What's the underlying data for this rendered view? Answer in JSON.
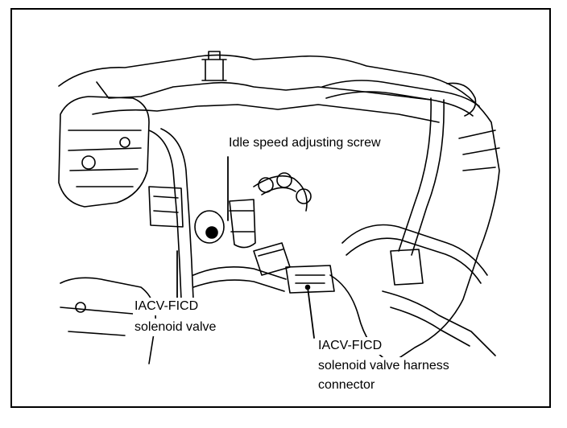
{
  "labels": {
    "idle_speed_screw": "Idle speed adjusting screw",
    "valve_line1": "IACV-FICD",
    "valve_line2": "solenoid valve",
    "connector_line1": "IACV-FICD",
    "connector_line2": "solenoid valve harness",
    "connector_line3": "connector"
  },
  "colors": {
    "ink": "#000000",
    "paper": "#ffffff"
  }
}
